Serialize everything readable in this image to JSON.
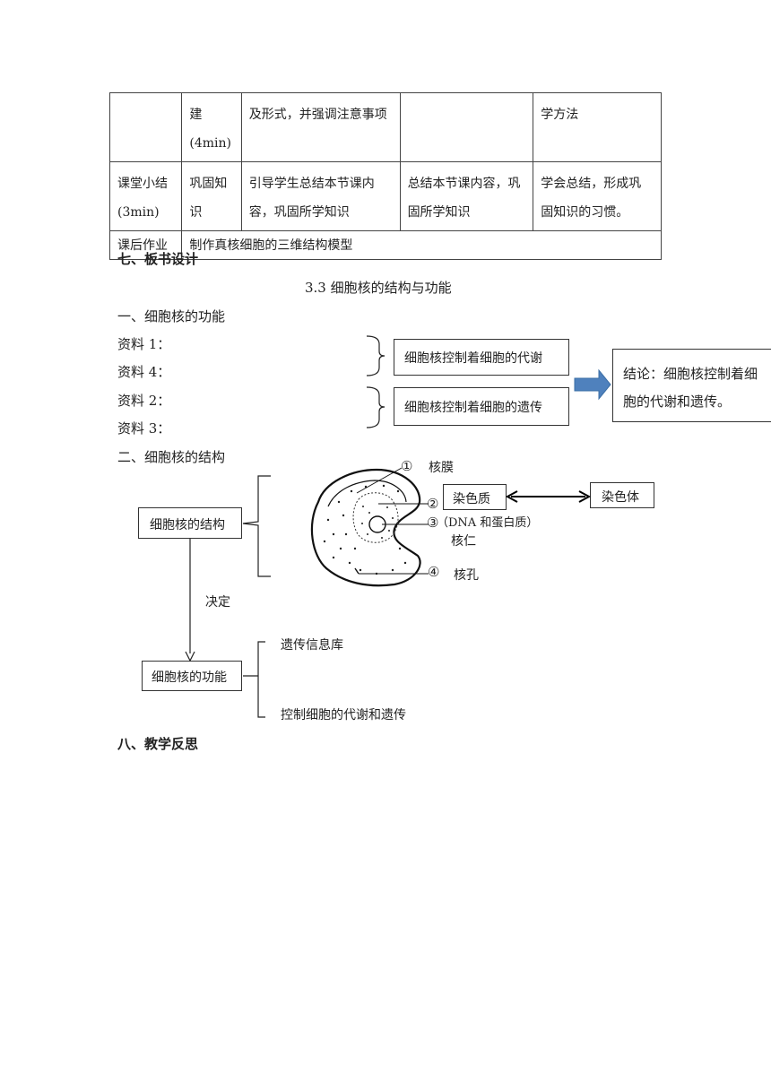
{
  "table": {
    "rows": [
      [
        "",
        "建(4min)",
        "及形式，并强调注意事项",
        "",
        "学方法"
      ],
      [
        "课堂小结(3min)",
        "巩固知识",
        "引导学生总结本节课内容，巩固所学知识",
        "总结本节课内容，巩固所学知识",
        "学会总结，形成巩固知识的习惯。"
      ],
      [
        "课后作业",
        "制作真核细胞的三维结构模型"
      ]
    ]
  },
  "section7": {
    "heading": "七、板书设计",
    "title": "3.3 细胞核的结构与功能",
    "sub1": "一、细胞核的功能",
    "materials": [
      "资料 1：",
      "资料 4：",
      "资料 2：",
      "资料 3："
    ],
    "box_metabolism": "细胞核控制着细胞的代谢",
    "box_heredity": "细胞核控制着细胞的遗传",
    "conclusion_line1": "结论：细胞核控制着细",
    "conclusion_line2": "胞的代谢和遗传。",
    "sub2": "二、细胞核的结构",
    "structure_box": "细胞核的结构",
    "decides": "决定",
    "function_box": "细胞核的功能",
    "function_items": [
      "遗传信息库",
      "控制细胞的代谢和遗传"
    ],
    "labels": {
      "n1": "①",
      "membrane": "核膜",
      "n2": "②",
      "chromatin": "染色质",
      "n3": "③",
      "dna_protein": "（DNA 和蛋白质）",
      "nucleolus": "核仁",
      "n4": "④",
      "pore": "核孔",
      "chromosome": "染色体"
    }
  },
  "section8": {
    "heading": "八、教学反思"
  }
}
